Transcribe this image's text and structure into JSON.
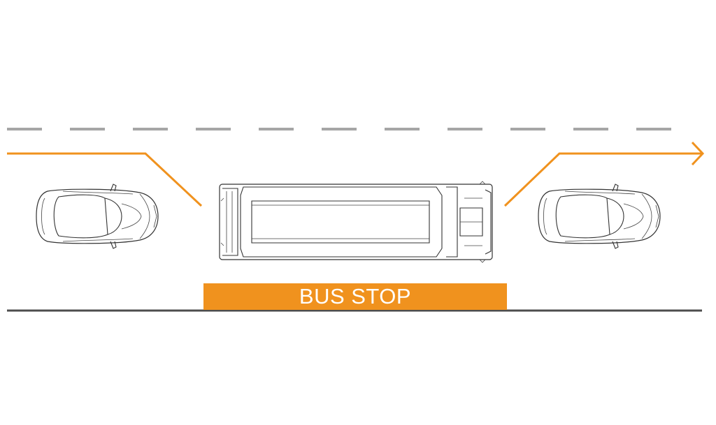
{
  "bus_stop": {
    "label": "BUS STOP"
  },
  "colors": {
    "accent": "#F0921E",
    "lane_marking": "#A6A6A6",
    "curb": "#4D4D4D",
    "outline": "#333333",
    "background": "#FFFFFF"
  },
  "vehicles": [
    {
      "type": "car",
      "position": "behind-bus"
    },
    {
      "type": "bus",
      "position": "at-bus-stop"
    },
    {
      "type": "car",
      "position": "ahead-of-bus"
    }
  ],
  "path": {
    "description_icon": "arrow-right-icon"
  }
}
